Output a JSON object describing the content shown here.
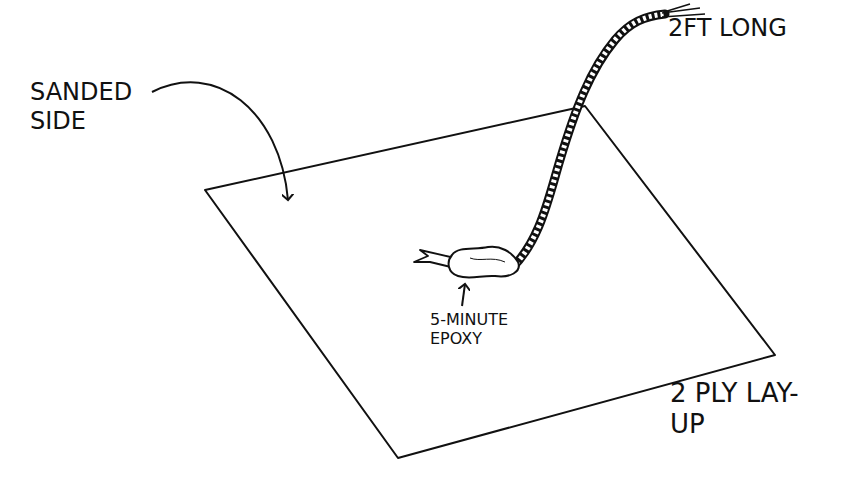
{
  "diagram": {
    "labels": [
      "SANDED SIDE",
      "2FT LONG",
      "5-MINUTE EPOXY",
      "2 PLY LAY-UP"
    ]
  }
}
